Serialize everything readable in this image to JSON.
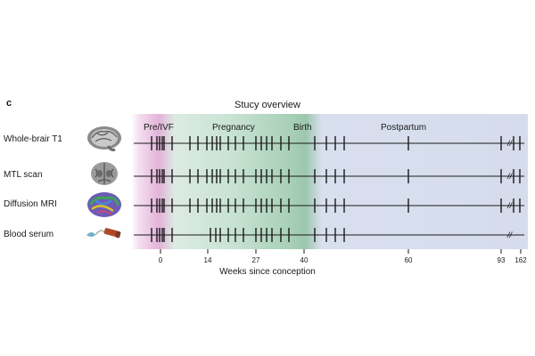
{
  "figure": {
    "panel_letter": "c",
    "title": "Stucy overview",
    "xlabel": "Weeks since conception",
    "rows": [
      {
        "label": "Whole-brair T1",
        "icon": "brain-sagittal-icon"
      },
      {
        "label": "MTL scan",
        "icon": "brain-coronal-icon"
      },
      {
        "label": "Diffusion MRI",
        "icon": "brain-tractography-icon"
      },
      {
        "label": "Blood serum",
        "icon": "blood-sample-icon"
      }
    ],
    "phases": [
      {
        "label": "Pre/IVF",
        "color": "#e8b8de"
      },
      {
        "label": "Pregnancy",
        "color": "#b8dcc8"
      },
      {
        "label": "Birth",
        "color": "#8cc0a0"
      },
      {
        "label": "Postpartum",
        "color": "#ccd4ea"
      }
    ],
    "ticks": [
      "0",
      "14",
      "27",
      "40",
      "60",
      "93",
      "162"
    ]
  }
}
